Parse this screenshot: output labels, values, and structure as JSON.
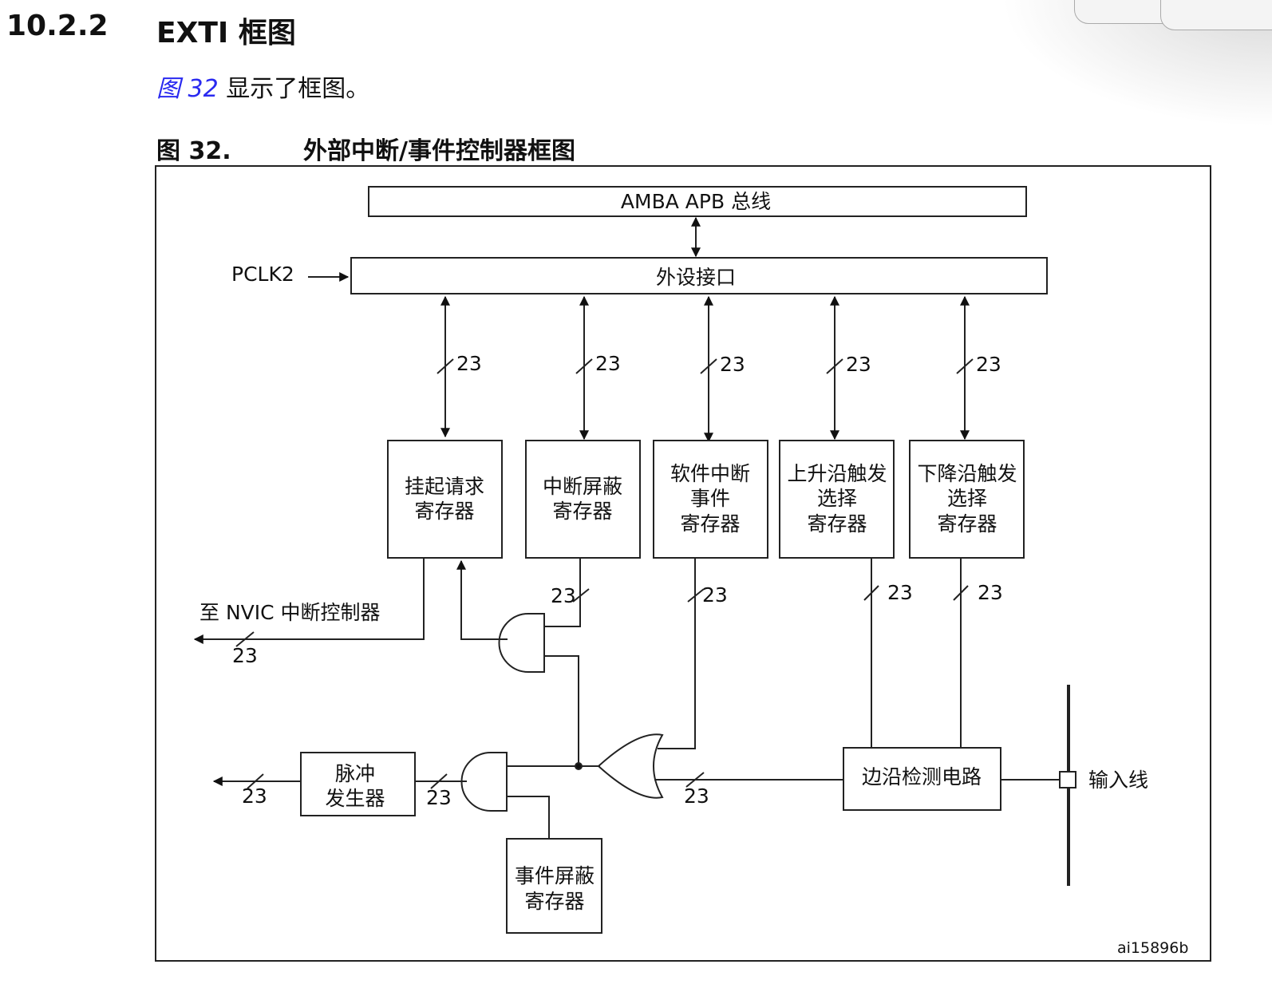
{
  "header": {
    "section_number": "10.2.2",
    "section_title": "EXTI 框图",
    "intro_ref": "图 32",
    "intro_text": " 显示了框图。",
    "figure_number": "图 32.",
    "figure_title": "外部中断/事件控制器框图",
    "figure_id": "ai15896b"
  },
  "diagram": {
    "apb_bus": "AMBA APB 总线",
    "peripheral_interface": "外设接口",
    "pclk_label": "PCLK2",
    "bus_width": "23",
    "registers": {
      "pending_l1": "挂起请求",
      "pending_l2": "寄存器",
      "int_mask_l1": "中断屏蔽",
      "int_mask_l2": "寄存器",
      "swi_l1": "软件中断",
      "swi_l2": "事件",
      "swi_l3": "寄存器",
      "rising_l1": "上升沿触发",
      "rising_l2": "选择",
      "rising_l3": "寄存器",
      "falling_l1": "下降沿触发",
      "falling_l2": "选择",
      "falling_l3": "寄存器",
      "evt_mask_l1": "事件屏蔽",
      "evt_mask_l2": "寄存器"
    },
    "pulse_l1": "脉冲",
    "pulse_l2": "发生器",
    "edge_detect": "边沿检测电路",
    "input_line": "输入线",
    "nvic_label": "至 NVIC 中断控制器"
  }
}
